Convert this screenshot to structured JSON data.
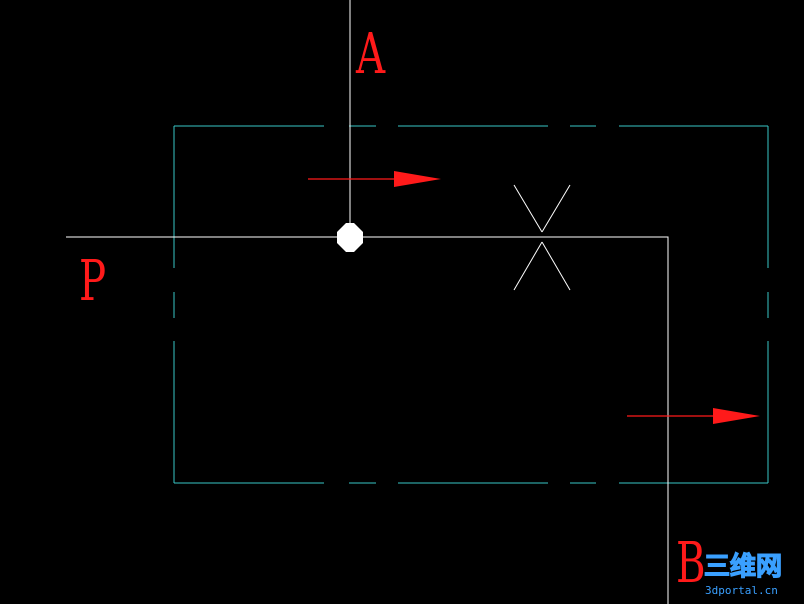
{
  "labels": {
    "port_a": "A",
    "port_p": "P",
    "port_b": "B"
  },
  "watermark": {
    "text": "三维网",
    "url": "3dportal.cn"
  },
  "colors": {
    "background": "#000000",
    "line": "#ffffff",
    "envelope": "#39c6c6",
    "accent": "#ff1a1a",
    "watermark": "#3aa0ff"
  }
}
